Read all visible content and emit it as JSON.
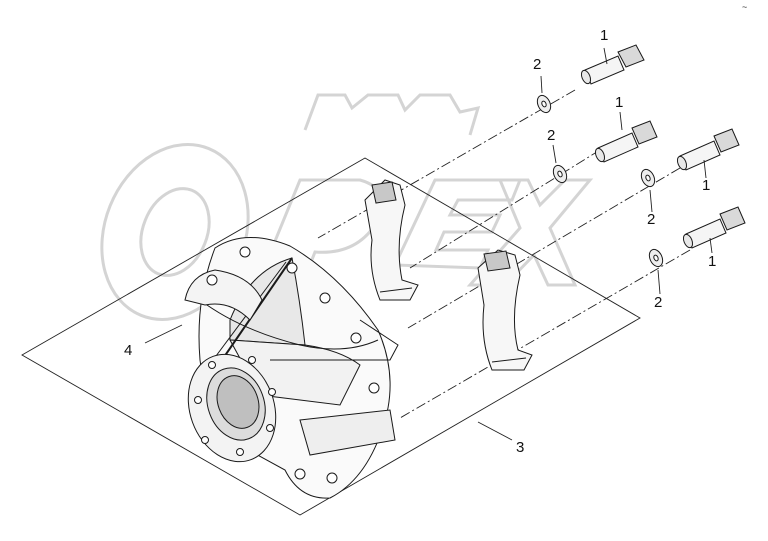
{
  "watermark": {
    "text": "OPEX",
    "color": "#d9d9d9"
  },
  "corner_mark": "~",
  "callouts": {
    "bolt": "1",
    "washer": "2",
    "bearing_cap_set": "3",
    "housing": "4"
  },
  "colors": {
    "line": "#1a1a1a",
    "shade": "#bdbdbd",
    "light": "#e6e6e6",
    "fill": "#ffffff"
  }
}
